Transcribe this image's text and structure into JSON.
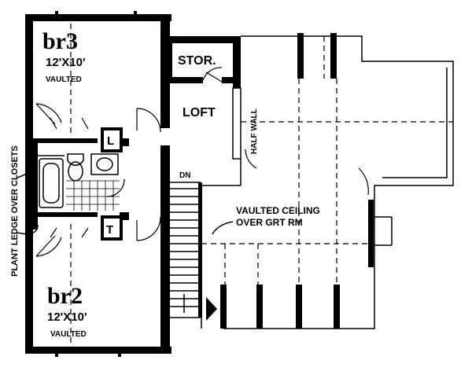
{
  "rooms": {
    "br3": {
      "name": "br3",
      "size": "12'X10'",
      "note": "VAULTED"
    },
    "br2": {
      "name": "br2",
      "size": "12'X10'",
      "note": "VAULTED"
    },
    "stor": "STOR.",
    "loft": "LOFT"
  },
  "fixtures": {
    "linen": "L",
    "toilet": "T"
  },
  "labels": {
    "half_wall": "HALF WALL",
    "down": "DN",
    "vaulted_ceiling_line1": "VAULTED CEILING",
    "vaulted_ceiling_line2": "OVER GRT RM",
    "plant_ledge": "PLANT LEDGE OVER CLOSETS"
  }
}
